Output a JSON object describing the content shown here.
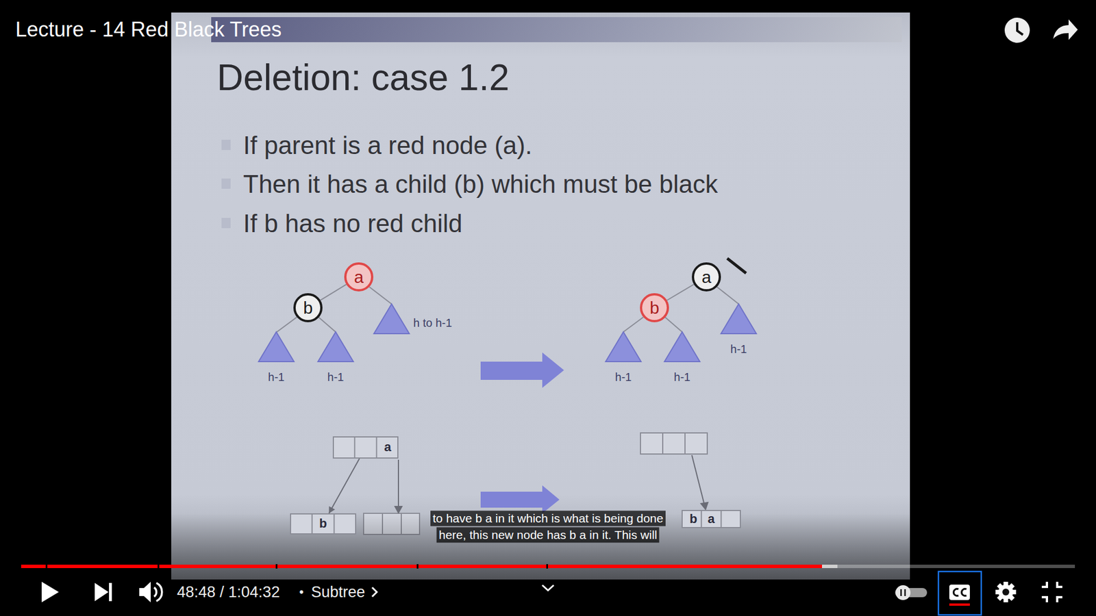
{
  "diagram": {
    "title": "Deletion: case 1.2",
    "nodes": [
      {
        "text": [
          "a"
        ]
      },
      {
        "text": [
          "b"
        ]
      },
      {
        "text": [
          "a"
        ]
      },
      {
        "text": [
          "b"
        ]
      },
      {
        "text": [
          "a"
        ]
      },
      {
        "text": [
          "b"
        ]
      },
      {
        "text": [
          "b a"
        ]
      }
    ],
    "edges": [
      {
        "from": 0,
        "to": 1,
        "arrow": "none"
      },
      {
        "from": 2,
        "to": 3,
        "arrow": "none"
      },
      {
        "from": 4,
        "to": 5,
        "arrow": "to"
      }
    ],
    "labels": [
      "Lecture - 14 Red Black Trees",
      "If parent is a red node (a).",
      "Then it has a child (b) which must be black",
      "If b has no red child",
      "h-1",
      "h-1",
      "h to h-1",
      "h-1",
      "h-1",
      "h-1",
      "to have b a in it which is what is being done",
      "here, this new node has b a in it. This will",
      "48:48 / 1:04:32",
      "•",
      "Subtree"
    ]
  }
}
